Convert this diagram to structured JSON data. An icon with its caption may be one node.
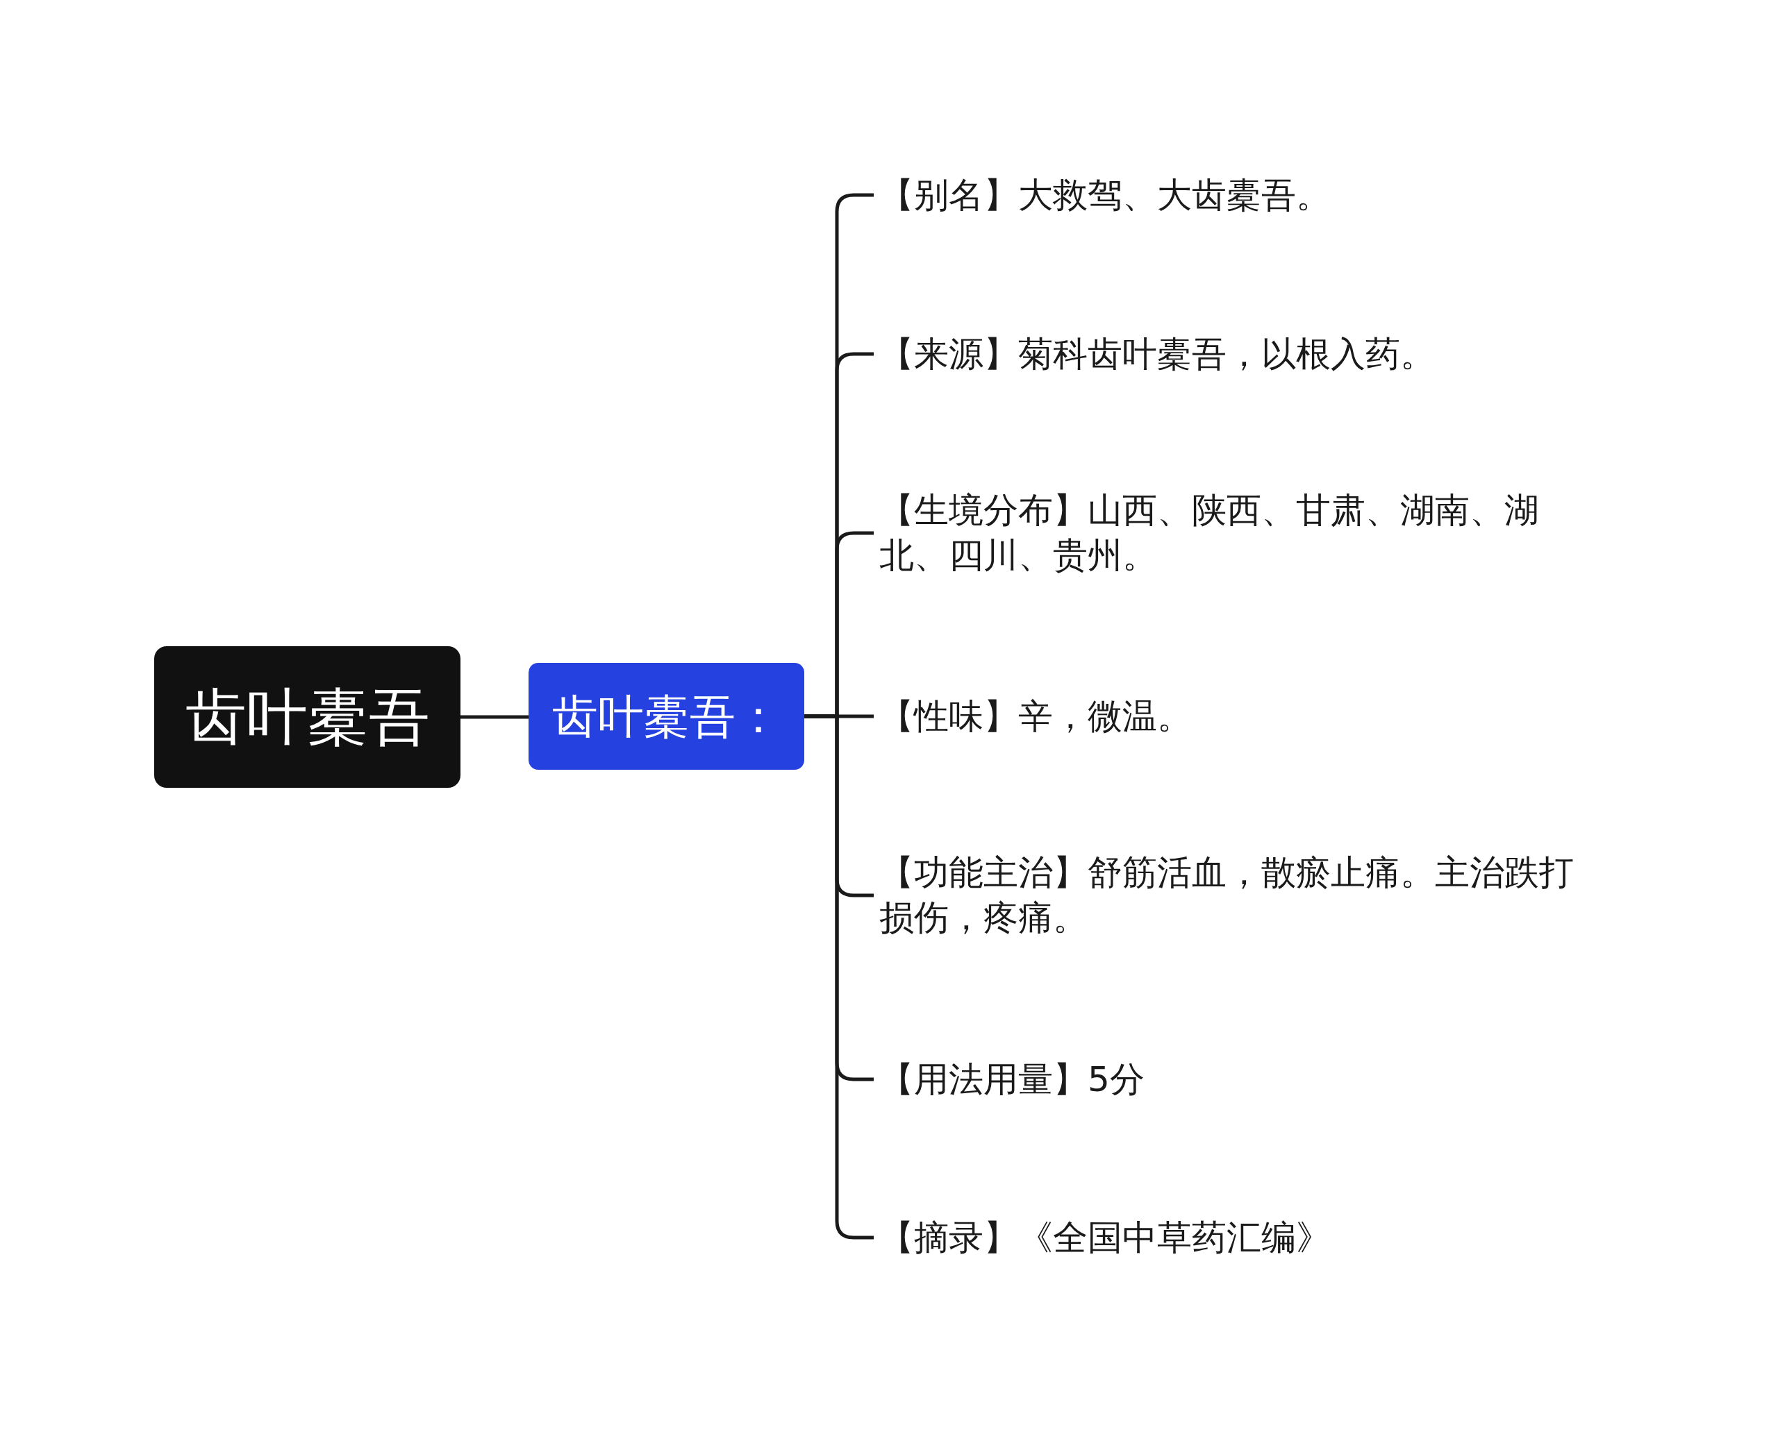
{
  "diagram": {
    "nodes": [
      {
        "text": [
          "齿叶橐吾"
        ]
      },
      {
        "text": [
          "齿叶橐吾："
        ]
      },
      {
        "text": [
          "【别名】大救驾、大齿橐吾。"
        ]
      },
      {
        "text": [
          "【来源】菊科齿叶橐吾，以根入药。"
        ]
      },
      {
        "text": [
          "【生境分布】山西、陕西、甘肃、湖南、湖北、四川、贵州。"
        ]
      },
      {
        "text": [
          "【性味】辛，微温。"
        ]
      },
      {
        "text": [
          "【功能主治】舒筋活血，散瘀止痛。主治跌打损伤，疼痛。"
        ]
      },
      {
        "text": [
          "【用法用量】5分"
        ]
      },
      {
        "text": [
          "【摘录】《全国中草药汇编》"
        ]
      }
    ],
    "edges": [
      {
        "from": 0,
        "to": 1,
        "arrow": "none"
      },
      {
        "from": 1,
        "to": 2,
        "arrow": "none"
      },
      {
        "from": 1,
        "to": 3,
        "arrow": "none"
      },
      {
        "from": 1,
        "to": 4,
        "arrow": "none"
      },
      {
        "from": 1,
        "to": 5,
        "arrow": "none"
      },
      {
        "from": 1,
        "to": 6,
        "arrow": "none"
      },
      {
        "from": 1,
        "to": 7,
        "arrow": "none"
      },
      {
        "from": 1,
        "to": 8,
        "arrow": "none"
      }
    ]
  }
}
